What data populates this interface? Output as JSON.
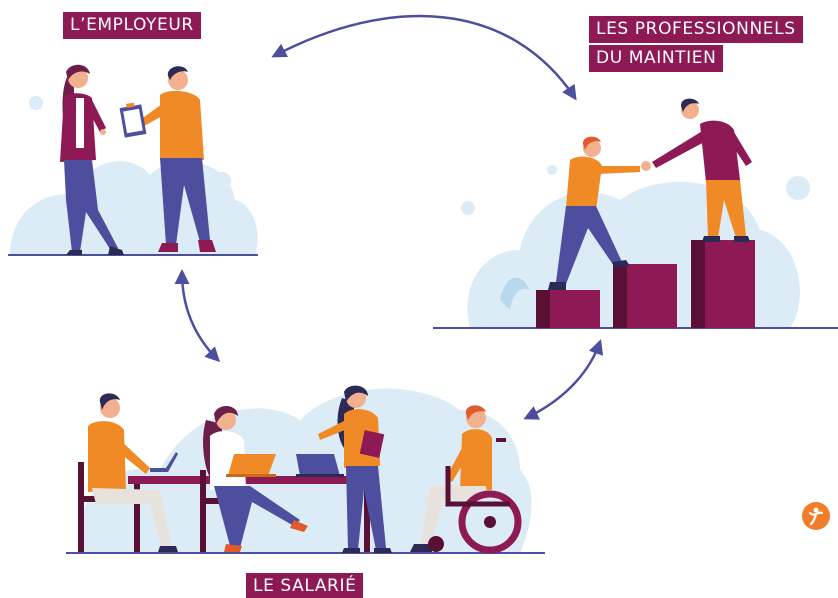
{
  "labels": {
    "employer": "L’EMPLOYEUR",
    "professionals_line1": "LES PROFESSIONNELS",
    "professionals_line2": "DU MAINTIEN",
    "employee": "LE SALARIÉ"
  },
  "colors": {
    "label_background": "#8e1a55",
    "label_text": "#ffffff",
    "arrow": "#4d4f9e",
    "ground_line": "#4d4f9e",
    "cloud": "#dcecf6",
    "orange": "#f08a26",
    "purple_suit": "#8e1a55",
    "trousers": "#4d4f9e",
    "brand": "#ef7d2a"
  },
  "icons": {
    "brand_logo": "brand-logo-icon"
  }
}
